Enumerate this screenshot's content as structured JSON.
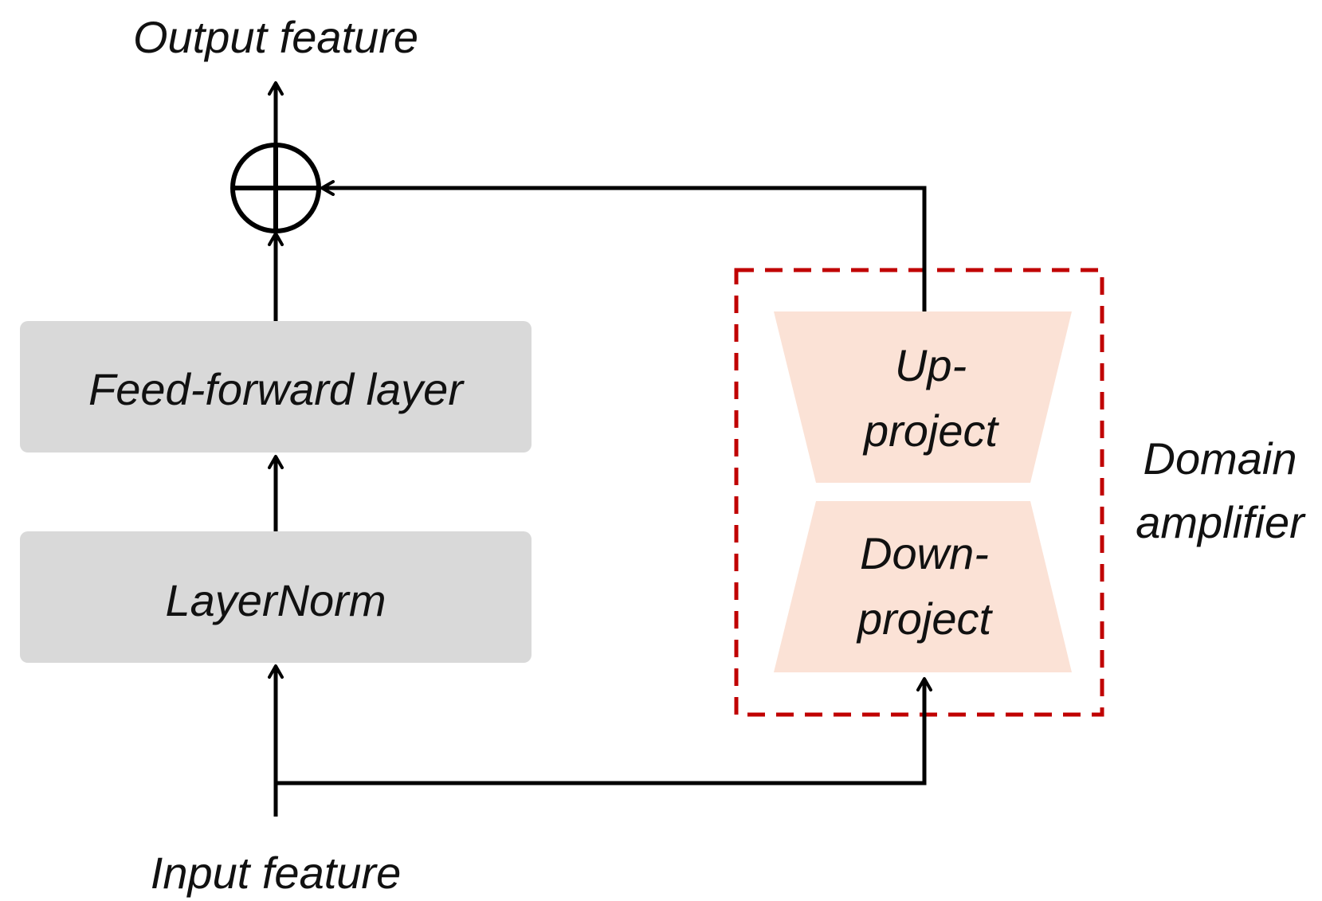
{
  "labels": {
    "output": "Output feature",
    "input": "Input feature",
    "ffn": "Feed-forward layer",
    "layernorm": "LayerNorm",
    "up_line1": "Up-",
    "up_line2": "project",
    "down_line1": "Down-",
    "down_line2": "project",
    "amp_line1": "Domain",
    "amp_line2": "amplifier"
  },
  "colors": {
    "line": "#000000",
    "block_fill": "#d9d9d9",
    "projection_fill": "#fbe2d6",
    "dashed_box": "#c00000",
    "text": "#111111"
  }
}
